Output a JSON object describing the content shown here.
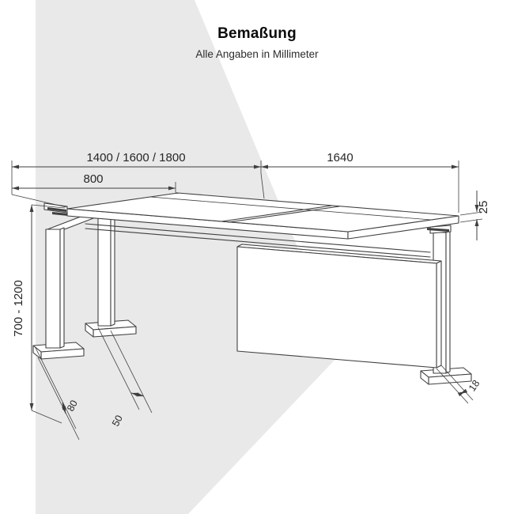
{
  "header": {
    "title": "Bemaßung",
    "subtitle": "Alle Angaben in Millimeter"
  },
  "dimensions": {
    "width_options": "1400 / 1600 / 1800",
    "depth": "800",
    "frame_length": "1640",
    "top_thickness": "25",
    "height_range": "700 - 1200",
    "foot_height": "80",
    "foot_depth": "50",
    "panel_thickness": "18"
  },
  "colors": {
    "line": "#3f3f3f",
    "dimension_text": "#262626",
    "background_accent": "#e9e9e9",
    "page_background": "#ffffff"
  }
}
